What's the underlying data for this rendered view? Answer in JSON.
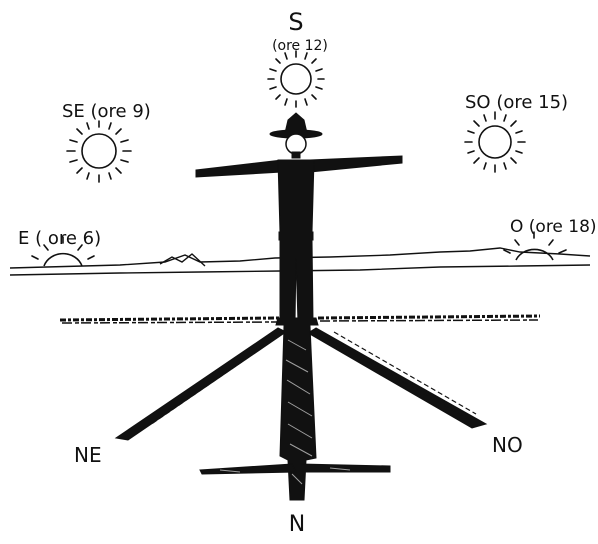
{
  "labels": {
    "south": "S",
    "south_time": "(ore 12)",
    "southeast": "SE (ore 9)",
    "southwest": "SO (ore 15)",
    "east": "E ( ore 6)",
    "west": "O (ore 18)",
    "northeast": "NE",
    "northwest": "NO",
    "north": "N"
  },
  "colors": {
    "ink": "#111111",
    "background": "#ffffff"
  }
}
